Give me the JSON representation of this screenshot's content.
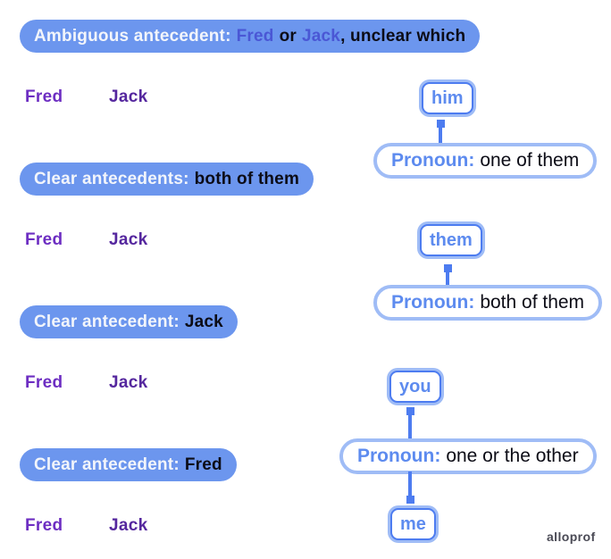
{
  "colors": {
    "pill_bg": "#6C96EE",
    "pill_text_white": "#F2F5FB",
    "text_black": "#0C0C16",
    "banner_name_indigo": "#4A57D5",
    "fred_purple": "#6D2EC2",
    "jack_purple": "#55279E",
    "accent_blue": "#4D7CF0",
    "accent_blue_light": "#9FBCF6",
    "pronoun_text_blue": "#5D8BEF",
    "watermark_grey": "#4A4A55"
  },
  "banner": {
    "segments": [
      {
        "text": "Ambiguous antecedent:"
      },
      {
        "text": "Fred"
      },
      {
        "text": "or"
      },
      {
        "text": "Jack"
      },
      {
        "text": ", unclear which"
      }
    ]
  },
  "name_rows": [
    {
      "fred": "Fred",
      "jack": "Jack"
    },
    {
      "fred": "Fred",
      "jack": "Jack"
    },
    {
      "fred": "Fred",
      "jack": "Jack"
    },
    {
      "fred": "Fred",
      "jack": "Jack"
    }
  ],
  "word_boxes": [
    {
      "label": "him"
    },
    {
      "label": "them"
    },
    {
      "label": "you"
    },
    {
      "label": "me"
    }
  ],
  "pronoun_boxes": [
    {
      "prefix": "Pronoun:",
      "text": "one of them"
    },
    {
      "prefix": "Pronoun:",
      "text": "both of them"
    },
    {
      "prefix": "Pronoun:",
      "text": "one or the other"
    }
  ],
  "pills": [
    {
      "label_white": "Clear antecedents:",
      "label_black": "both of them"
    },
    {
      "label_white": "Clear antecedent:",
      "label_black": "Jack"
    },
    {
      "label_white": "Clear antecedent:",
      "label_black": "Fred"
    }
  ],
  "watermark": "alloprof"
}
